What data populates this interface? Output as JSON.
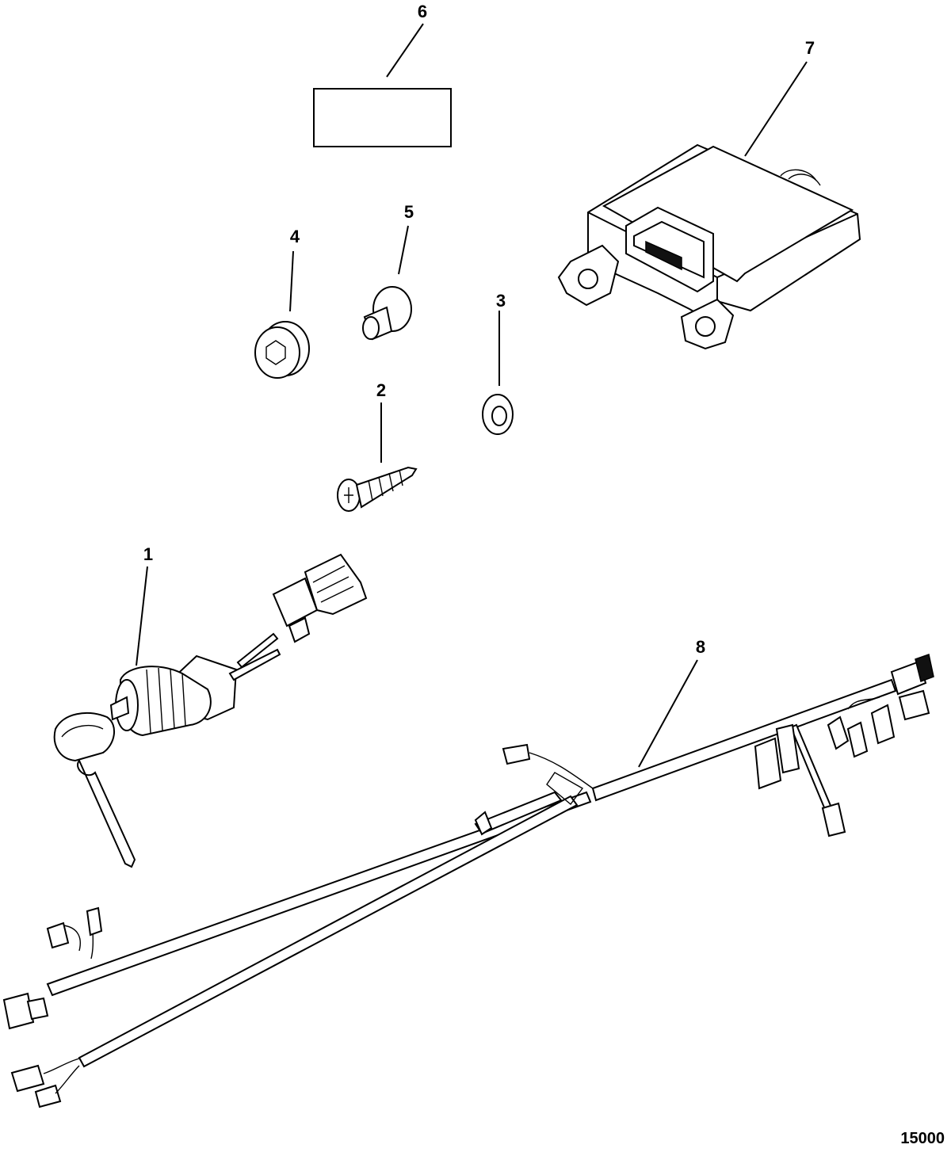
{
  "callouts": [
    {
      "id": "1",
      "label": "1"
    },
    {
      "id": "2",
      "label": "2"
    },
    {
      "id": "3",
      "label": "3"
    },
    {
      "id": "4",
      "label": "4"
    },
    {
      "id": "5",
      "label": "5"
    },
    {
      "id": "6",
      "label": "6"
    },
    {
      "id": "7",
      "label": "7"
    },
    {
      "id": "8",
      "label": "8"
    }
  ],
  "diagram_id": "15000"
}
